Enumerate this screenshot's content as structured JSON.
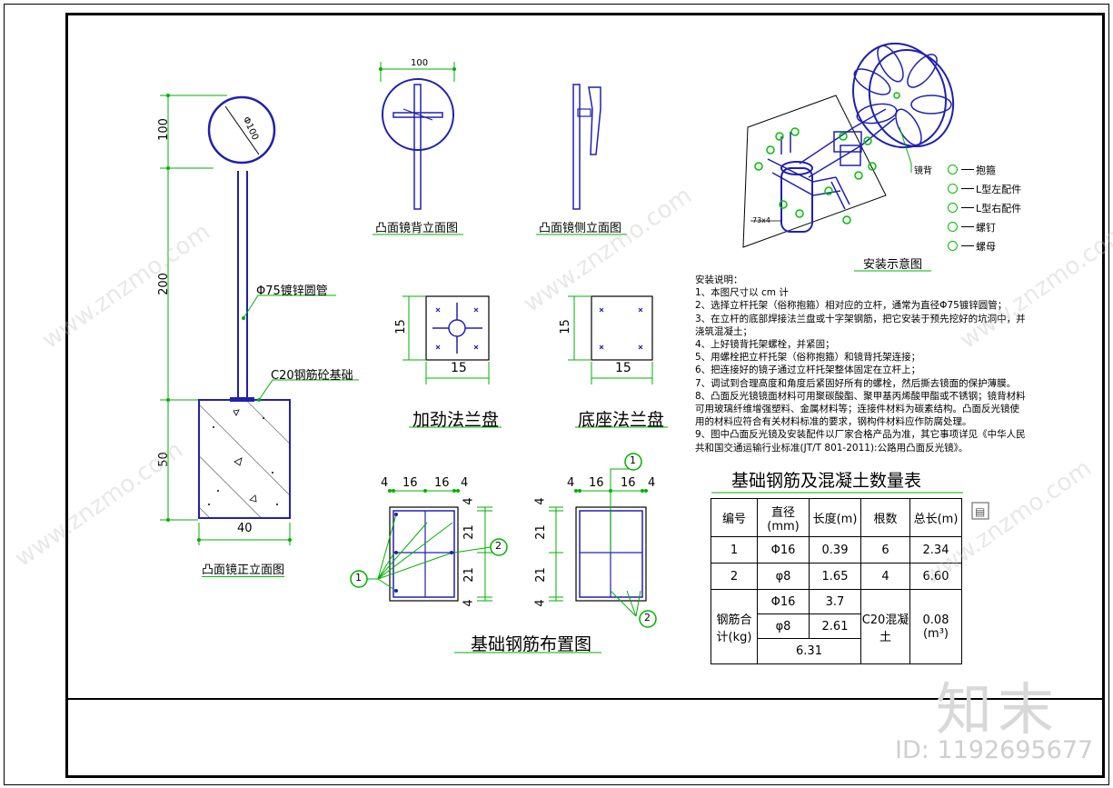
{
  "front_view": {
    "title": "凸面镜正立面图",
    "mirror_dia": "Φ100",
    "pipe_label": "Φ75镀锌圆管",
    "base_label": "C20钢筋砼基础",
    "dim_top": "100",
    "dim_mid": "200",
    "dim_bot": "50",
    "dim_width": "40"
  },
  "back_view": {
    "title": "凸面镜背立面图",
    "dim": "100"
  },
  "side_view": {
    "title": "凸面镜侧立面图"
  },
  "install": {
    "title": "安装示意图",
    "mirror_back": "镜背",
    "bolt_note": "73x4"
  },
  "legend": [
    {
      "label": "抱箍"
    },
    {
      "label": "L型左配件"
    },
    {
      "label": "L型右配件"
    },
    {
      "label": "螺钉"
    },
    {
      "label": "螺母"
    }
  ],
  "flange1": {
    "title": "加劲法兰盘",
    "dim_h": "15",
    "dim_w": "15"
  },
  "flange2": {
    "title": "底座法兰盘",
    "dim_h": "15",
    "dim_w": "15"
  },
  "rebar": {
    "title": "基础钢筋布置图",
    "d4": "4",
    "d16": "16",
    "d21": "21",
    "m1": "1",
    "m2": "2"
  },
  "notes": {
    "heading": "安装说明：",
    "lines": [
      "1、本图尺寸以 cm 计",
      "2、选择立杆托架（俗称抱箍）相对应的立杆，通常为直径Φ75镀锌圆管；",
      "3、在立杆的底部焊接法兰盘或十字架钢筋，把它安装于预先挖好的坑洞中，并",
      "浇筑混凝土；",
      "4、上好镜背托架螺栓，并紧固；",
      "5、用螺栓把立杆托架（俗称抱箍）和镜背托架连接；",
      "6、把连接好的镜子通过立杆托架整体固定在立杆上；",
      "7、调试到合理高度和角度后紧固好所有的螺栓，然后撕去镜面的保护薄膜。",
      "8、凸面反光镜镜面材料可用聚碳酸酯、聚甲基丙烯酸甲酯或不锈钢；镜背材料",
      "可用玻璃纤维增强塑料、金属材料等；连接件材料为碳素结构。凸面反光镜使",
      "用的材料应符合有关材料标准的要求，钢构件材料应作防腐处理。",
      "9、图中凸面反光镜及安装配件以厂家合格产品为准，其它事项详见《中华人民",
      "共和国交通运输行业标准(JT/T 801-2011):公路用凸面反光镜》。"
    ]
  },
  "table": {
    "title": "基础钢筋及混凝土数量表",
    "headers": [
      "编号",
      "直径(mm)",
      "长度(m)",
      "根数",
      "总长(m)"
    ],
    "rows": [
      [
        "1",
        "Φ16",
        "0.39",
        "6",
        "2.34"
      ],
      [
        "2",
        "φ8",
        "1.65",
        "4",
        "6.60"
      ]
    ],
    "summary_label": "钢筋合计(kg)",
    "sum_rows": [
      [
        "Φ16",
        "3.7"
      ],
      [
        "φ8",
        "2.61"
      ]
    ],
    "sum_total": "6.31",
    "concrete_label": "C20混凝土",
    "concrete_value": "0.08",
    "concrete_unit": "(m³)"
  },
  "watermark": {
    "brand": "知末",
    "id": "ID: 1192695677",
    "site": "www.znzmo.com"
  }
}
